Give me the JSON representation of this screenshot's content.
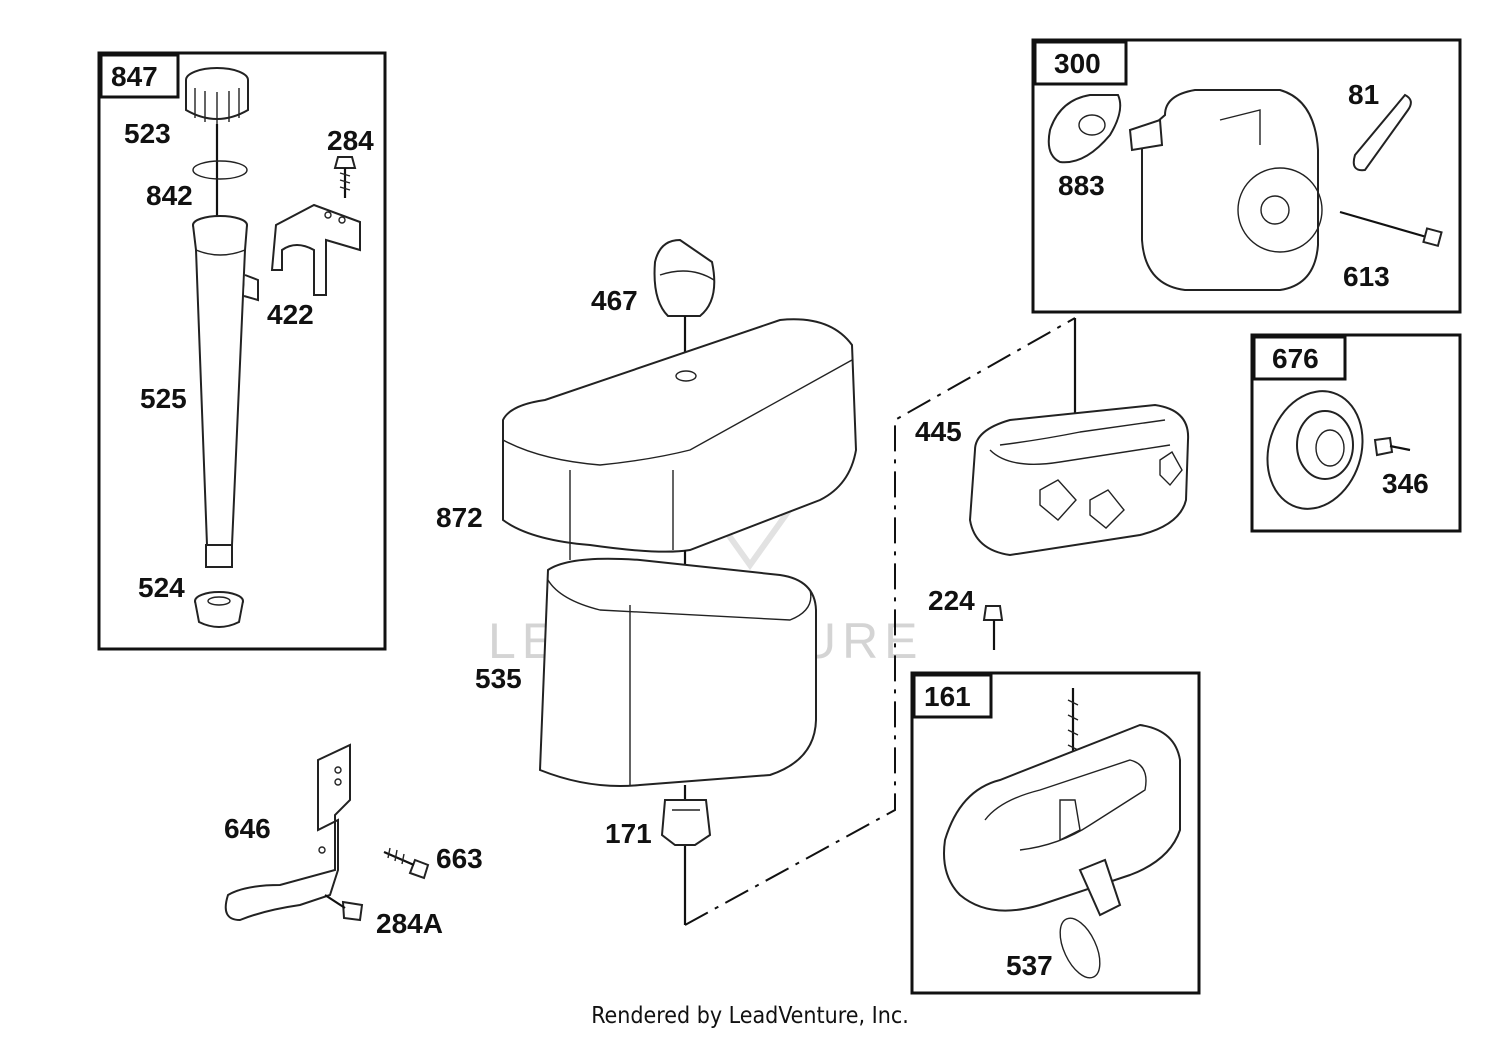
{
  "labels": {
    "l523": "523",
    "l842": "842",
    "l284": "284",
    "l422": "422",
    "l525": "525",
    "l524": "524",
    "l467": "467",
    "l872": "872",
    "l535": "535",
    "l171": "171",
    "l646": "646",
    "l663": "663",
    "l284a": "284A",
    "l883": "883",
    "l81": "81",
    "l613": "613",
    "l445": "445",
    "l224": "224",
    "l346": "346",
    "l537": "537"
  },
  "boxes": {
    "b847": "847",
    "b300": "300",
    "b676": "676",
    "b161": "161"
  },
  "watermark": {
    "text": "LEADVENTURE"
  },
  "footer": {
    "text": "Rendered by LeadVenture, Inc."
  }
}
